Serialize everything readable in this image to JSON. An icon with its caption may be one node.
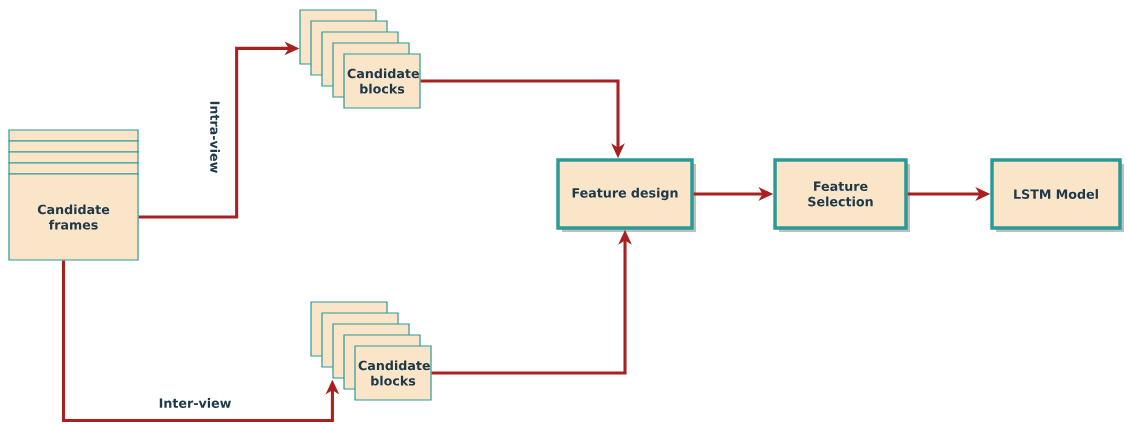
{
  "diagram": {
    "nodes": [
      {
        "text": [
          "Candidate frames"
        ]
      },
      {
        "text": [
          "Candidate blocks"
        ]
      },
      {
        "text": [
          "Candidate blocks"
        ]
      },
      {
        "text": [
          "Feature design"
        ]
      },
      {
        "text": [
          "Feature Selection"
        ]
      },
      {
        "text": [
          "LSTM Model"
        ]
      }
    ],
    "edges": [
      {
        "from": 0,
        "to": 1,
        "arrow": "to",
        "label": "Intra-view"
      },
      {
        "from": 0,
        "to": 2,
        "arrow": "to",
        "label": "Inter-view"
      },
      {
        "from": 1,
        "to": 3,
        "arrow": "to"
      },
      {
        "from": 2,
        "to": 3,
        "arrow": "to"
      },
      {
        "from": 3,
        "to": 4,
        "arrow": "to"
      },
      {
        "from": 4,
        "to": 5,
        "arrow": "to"
      }
    ]
  }
}
